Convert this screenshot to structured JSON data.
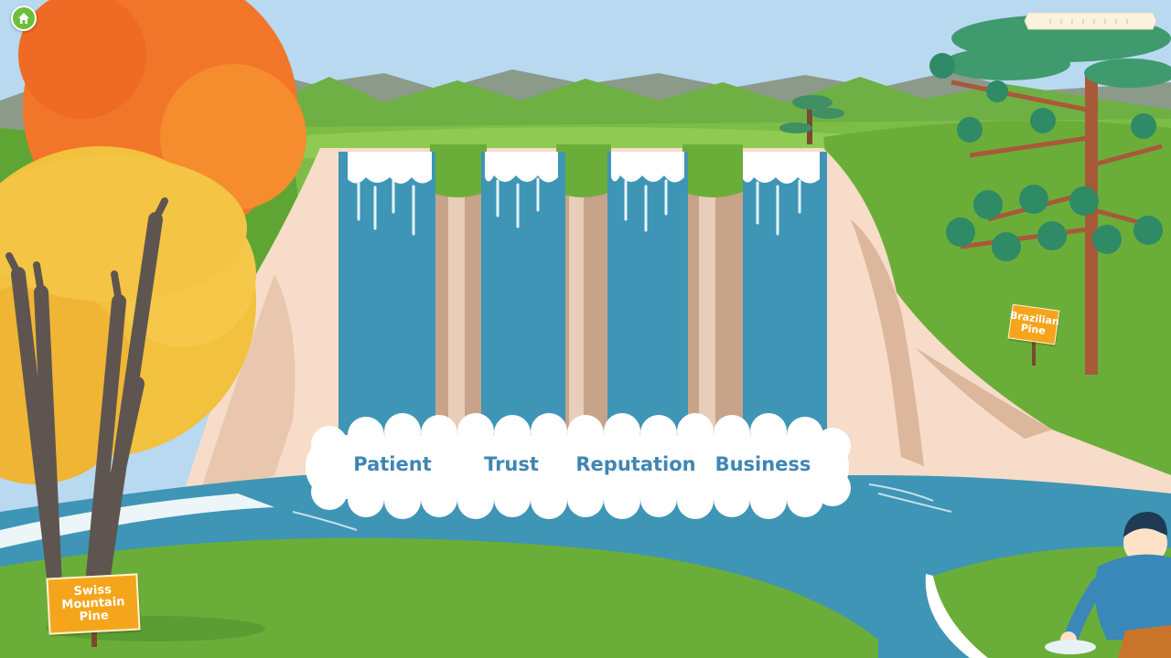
{
  "nav": {
    "home_icon": "home-icon"
  },
  "waterfalls": [
    {
      "label": "Patient"
    },
    {
      "label": "Trust"
    },
    {
      "label": "Reputation"
    },
    {
      "label": "Business"
    }
  ],
  "signs": {
    "swiss": "Swiss Mountain Pine",
    "brazil": "Brazilian Pine"
  },
  "colors": {
    "sky": "#b9d9f1",
    "water": "#3f95b5",
    "grass": "#6fae3a",
    "label_text": "#3f86b4",
    "sign": "#f5a51c",
    "orange_tree": "#f2762a",
    "yellow_tree": "#f2c13d"
  }
}
